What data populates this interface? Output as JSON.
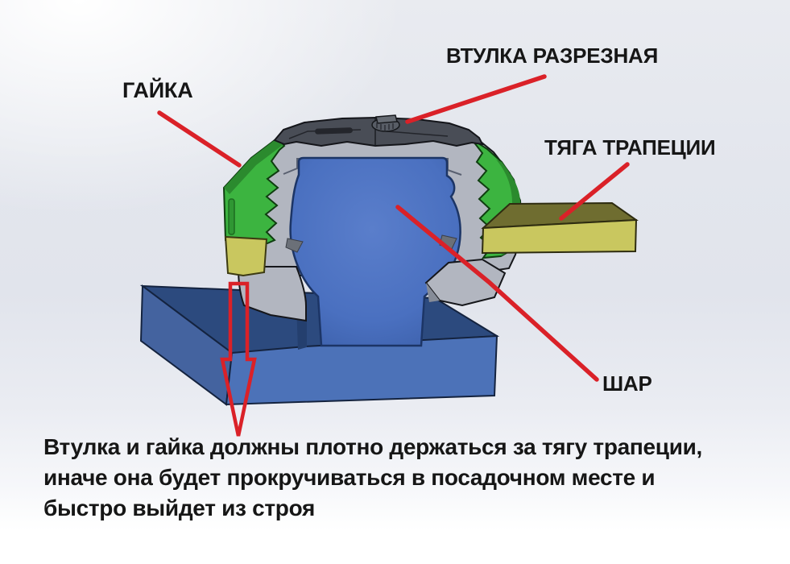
{
  "diagram": {
    "labels": {
      "nut": "ГАЙКА",
      "split_bushing": "ВТУЛКА РАЗРЕЗНАЯ",
      "trapezoid_rod": "ТЯГА ТРАПЕЦИИ",
      "ball": "ШАР"
    },
    "caption_lines": [
      "Втулка и гайка должны плотно держаться за тягу трапеции,",
      "иначе она будет прокручиваться в посадочном месте и",
      "быстро выйдет из строя"
    ],
    "colors": {
      "annotation_red": "#da2128",
      "outline": "#131519",
      "cap_dark": "#494d56",
      "cap_detail": "#24262c",
      "housing_gray": "#b2b6c0",
      "housing_gray_shadow": "#868c98",
      "nut_green": "#3cb440",
      "nut_green_dark": "#2b8a2e",
      "rod_yellow": "#c9c75f",
      "rod_olive": "#6f6d30",
      "ball_blue": "#4a70c0",
      "ball_blue_light": "#5a7ecb",
      "ball_edge": "#1c3566",
      "base_top_navy": "#2c4a7e",
      "base_front_blue": "#4c72b8",
      "base_side_blue": "#44639f",
      "slot_navy": "#243f6e",
      "text_color": "#161616"
    }
  }
}
